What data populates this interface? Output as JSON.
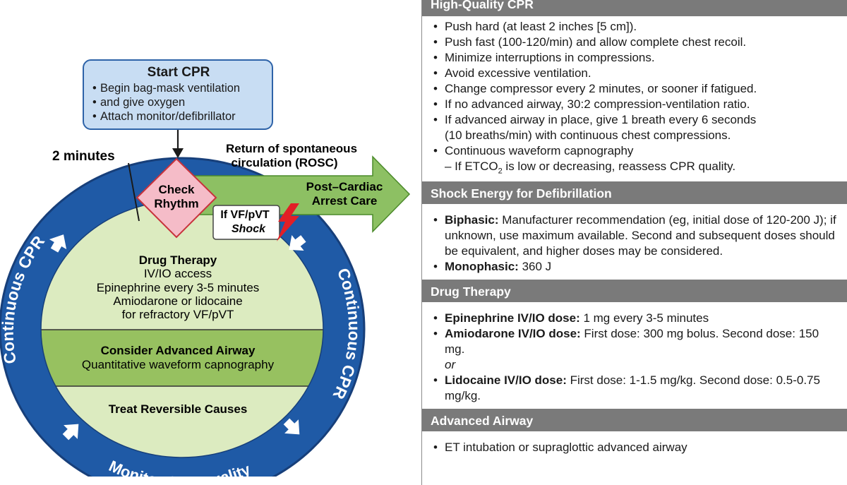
{
  "colors": {
    "ring_blue": "#1f5aa6",
    "ring_dark": "#173f7a",
    "inner_green": "#dcebc0",
    "airway_green": "#97c160",
    "arrow_green": "#8dc063",
    "check_pink": "#f5bcc8",
    "check_border": "#c8323c",
    "start_box_bg": "#c8ddf3",
    "panel_header": "#7a7a7a",
    "shock_red": "#e21f26"
  },
  "start_cpr": {
    "title": "Start CPR",
    "items": [
      "Begin bag-mask ventilation",
      "and give oxygen",
      "Attach monitor/defibrillator"
    ]
  },
  "two_minutes": "2 minutes",
  "rosc": {
    "line1": "Return of spontaneous",
    "line2": "circulation (ROSC)"
  },
  "post_arrest": {
    "line1": "Post–Cardiac",
    "line2": "Arrest Care"
  },
  "check_rhythm": {
    "line1": "Check",
    "line2": "Rhythm"
  },
  "shock": {
    "line1": "If VF/pVT",
    "line2": "Shock",
    "icon": "lightning-bolt-icon"
  },
  "drug_therapy_zone": {
    "title": "Drug Therapy",
    "lines": [
      "IV/IO access",
      "Epinephrine every 3-5 minutes",
      "Amiodarone or lidocaine",
      "for refractory VF/pVT"
    ]
  },
  "airway_zone": {
    "title": "Consider Advanced Airway",
    "line": "Quantitative waveform capnography"
  },
  "causes_zone": {
    "title": "Treat Reversible Causes"
  },
  "ring_labels": {
    "left": "Continuous CPR",
    "right": "Continuous CPR",
    "bottom": "Monitor CPR quality"
  },
  "panel": {
    "high_quality": {
      "header": "High-Quality CPR",
      "items": [
        "Push hard (at least 2 inches [5 cm]).",
        "Push fast (100-120/min) and allow complete chest recoil.",
        "Minimize interruptions in compressions.",
        "Avoid excessive ventilation.",
        "Change compressor every 2 minutes, or sooner if fatigued.",
        "If no advanced airway, 30:2 compression-ventilation ratio.",
        "If advanced airway in place, give 1 breath every 6 seconds",
        "(10 breaths/min) with continuous chest compressions.",
        "Continuous waveform capnography"
      ],
      "sub_prefix": "– If ETCO",
      "sub_subscript": "2",
      "sub_suffix": " is low or decreasing, reassess CPR quality."
    },
    "shock_energy": {
      "header": "Shock Energy for Defibrillation",
      "biphasic_label": "Biphasic:",
      "biphasic_text": " Manufacturer recommendation (eg, initial dose of 120-200 J); if unknown, use maximum available. Second and subsequent doses should be equivalent, and higher doses may be considered.",
      "monophasic_label": "Monophasic:",
      "monophasic_text": " 360 J"
    },
    "drug_therapy": {
      "header": "Drug Therapy",
      "epi_label": "Epinephrine IV/IO dose:",
      "epi_text": " 1 mg every 3-5 minutes",
      "amio_label": "Amiodarone IV/IO dose:",
      "amio_text": " First dose: 300 mg bolus. Second dose: 150 mg.",
      "or": "or",
      "lido_label": "Lidocaine IV/IO dose:",
      "lido_text": " First dose: 1-1.5 mg/kg. Second dose: 0.5-0.75 mg/kg."
    },
    "advanced_airway": {
      "header": "Advanced Airway",
      "items": [
        "ET intubation or supraglottic advanced airway"
      ]
    }
  }
}
